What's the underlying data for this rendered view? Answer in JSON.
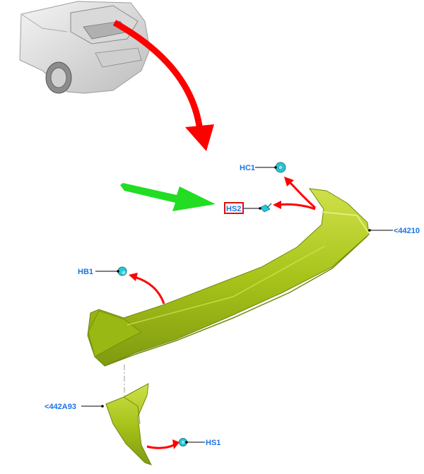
{
  "callouts": {
    "hc1": "HC1",
    "hs2": "HS2",
    "p44210": "<44210",
    "hb1": "HB1",
    "p442a93": "<442A93",
    "hs1": "HS1"
  },
  "colors": {
    "spoiler": "#a8c41a",
    "spoiler_shade": "#7f9a10",
    "spoiler_light": "#cfe04a",
    "clip": "#29c7d9",
    "red_arrow": "#ff0000",
    "green_arrow": "#22dd22",
    "label": "#1a73e8",
    "highlight_box": "#e01010"
  },
  "icons": [
    "car-thumbnail",
    "clip-icon-hc1",
    "screw-icon-hs2",
    "clip-icon-hb1",
    "clip-icon-hs1"
  ]
}
